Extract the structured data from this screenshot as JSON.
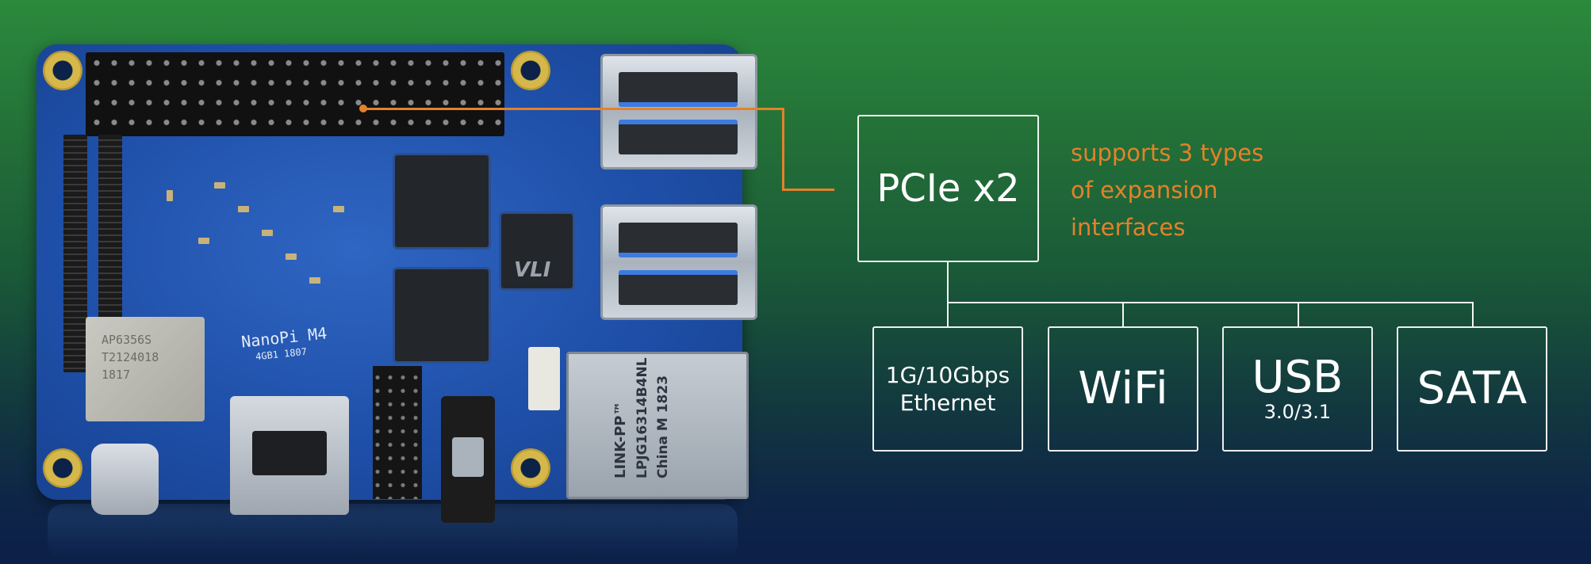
{
  "board": {
    "model_label": "NanoPi M4",
    "model_sub": "4GB1  1807",
    "wifi_module_text": "AP6356S\nT2124018\n1817",
    "ethernet_brand": "LINK-PP™",
    "ethernet_part": "LPJG16314B4NL",
    "ethernet_origin": "China M 1823",
    "chip_logo": "VLI"
  },
  "diagram": {
    "root": {
      "label": "PCIe x2"
    },
    "note_lines": [
      "supports 3 types",
      "of expansion",
      "interfaces"
    ],
    "children": [
      {
        "label_lines": [
          "1G/10Gbps",
          "Ethernet"
        ]
      },
      {
        "label": "WiFi"
      },
      {
        "label": "USB",
        "sublabel": "3.0/3.1"
      },
      {
        "label": "SATA"
      }
    ]
  },
  "colors": {
    "accent": "#e3822a",
    "line": "#ffffff",
    "background_top": "#2b8a3c",
    "background_bottom": "#0c1f48",
    "board": "#1e4fa8"
  }
}
